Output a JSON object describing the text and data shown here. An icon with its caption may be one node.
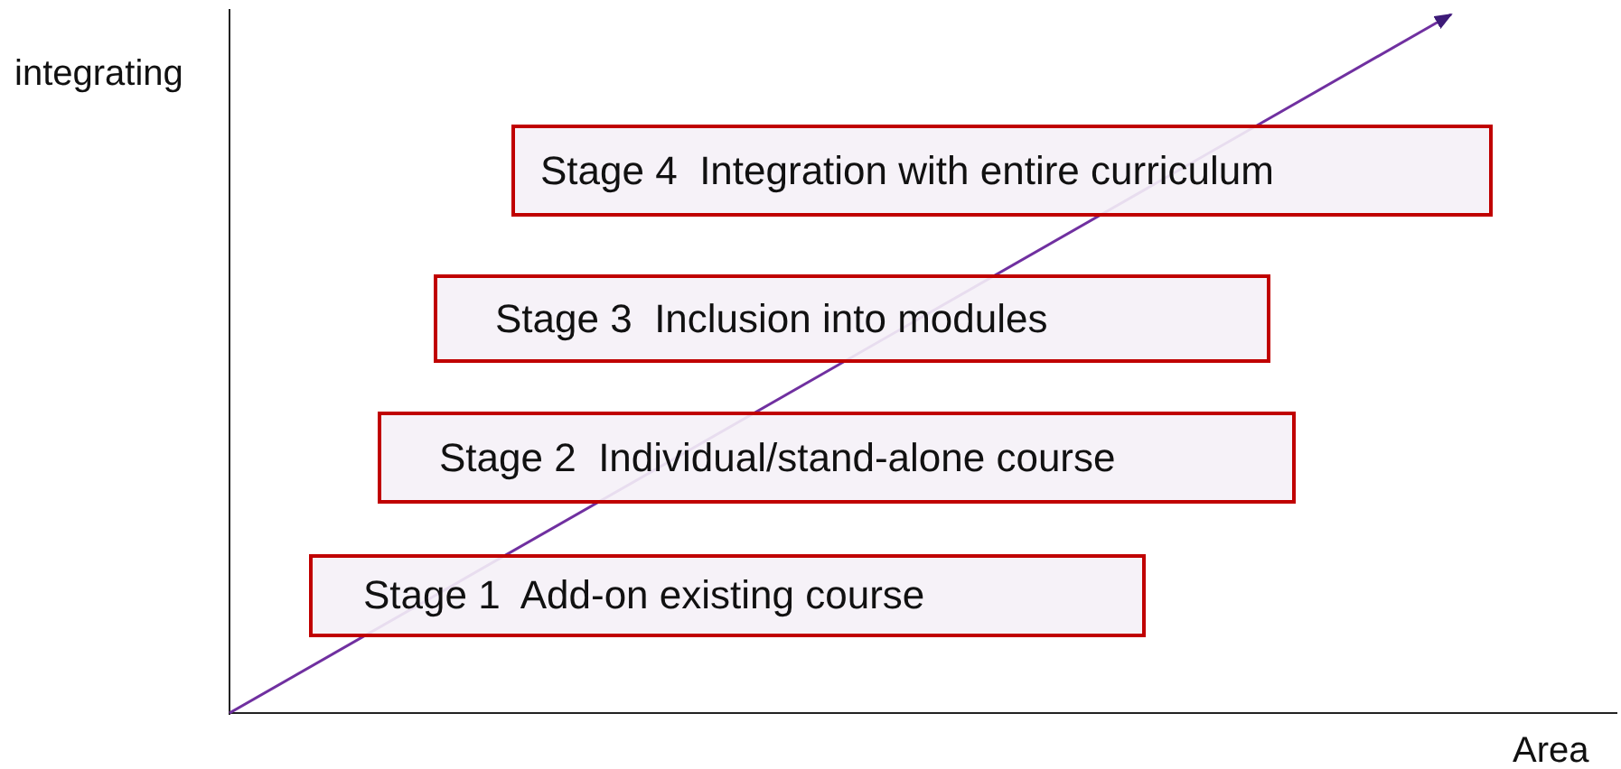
{
  "diagram": {
    "nodes": [
      {
        "text": [
          "Stage 1  Add-on existing course"
        ]
      },
      {
        "text": [
          "Stage 2  Individual/stand-alone course"
        ]
      },
      {
        "text": [
          "Stage 3  Inclusion into modules"
        ]
      },
      {
        "text": [
          "Stage 4  Integration with entire curriculum"
        ]
      }
    ],
    "labels": [
      "integrating",
      "Area"
    ]
  }
}
